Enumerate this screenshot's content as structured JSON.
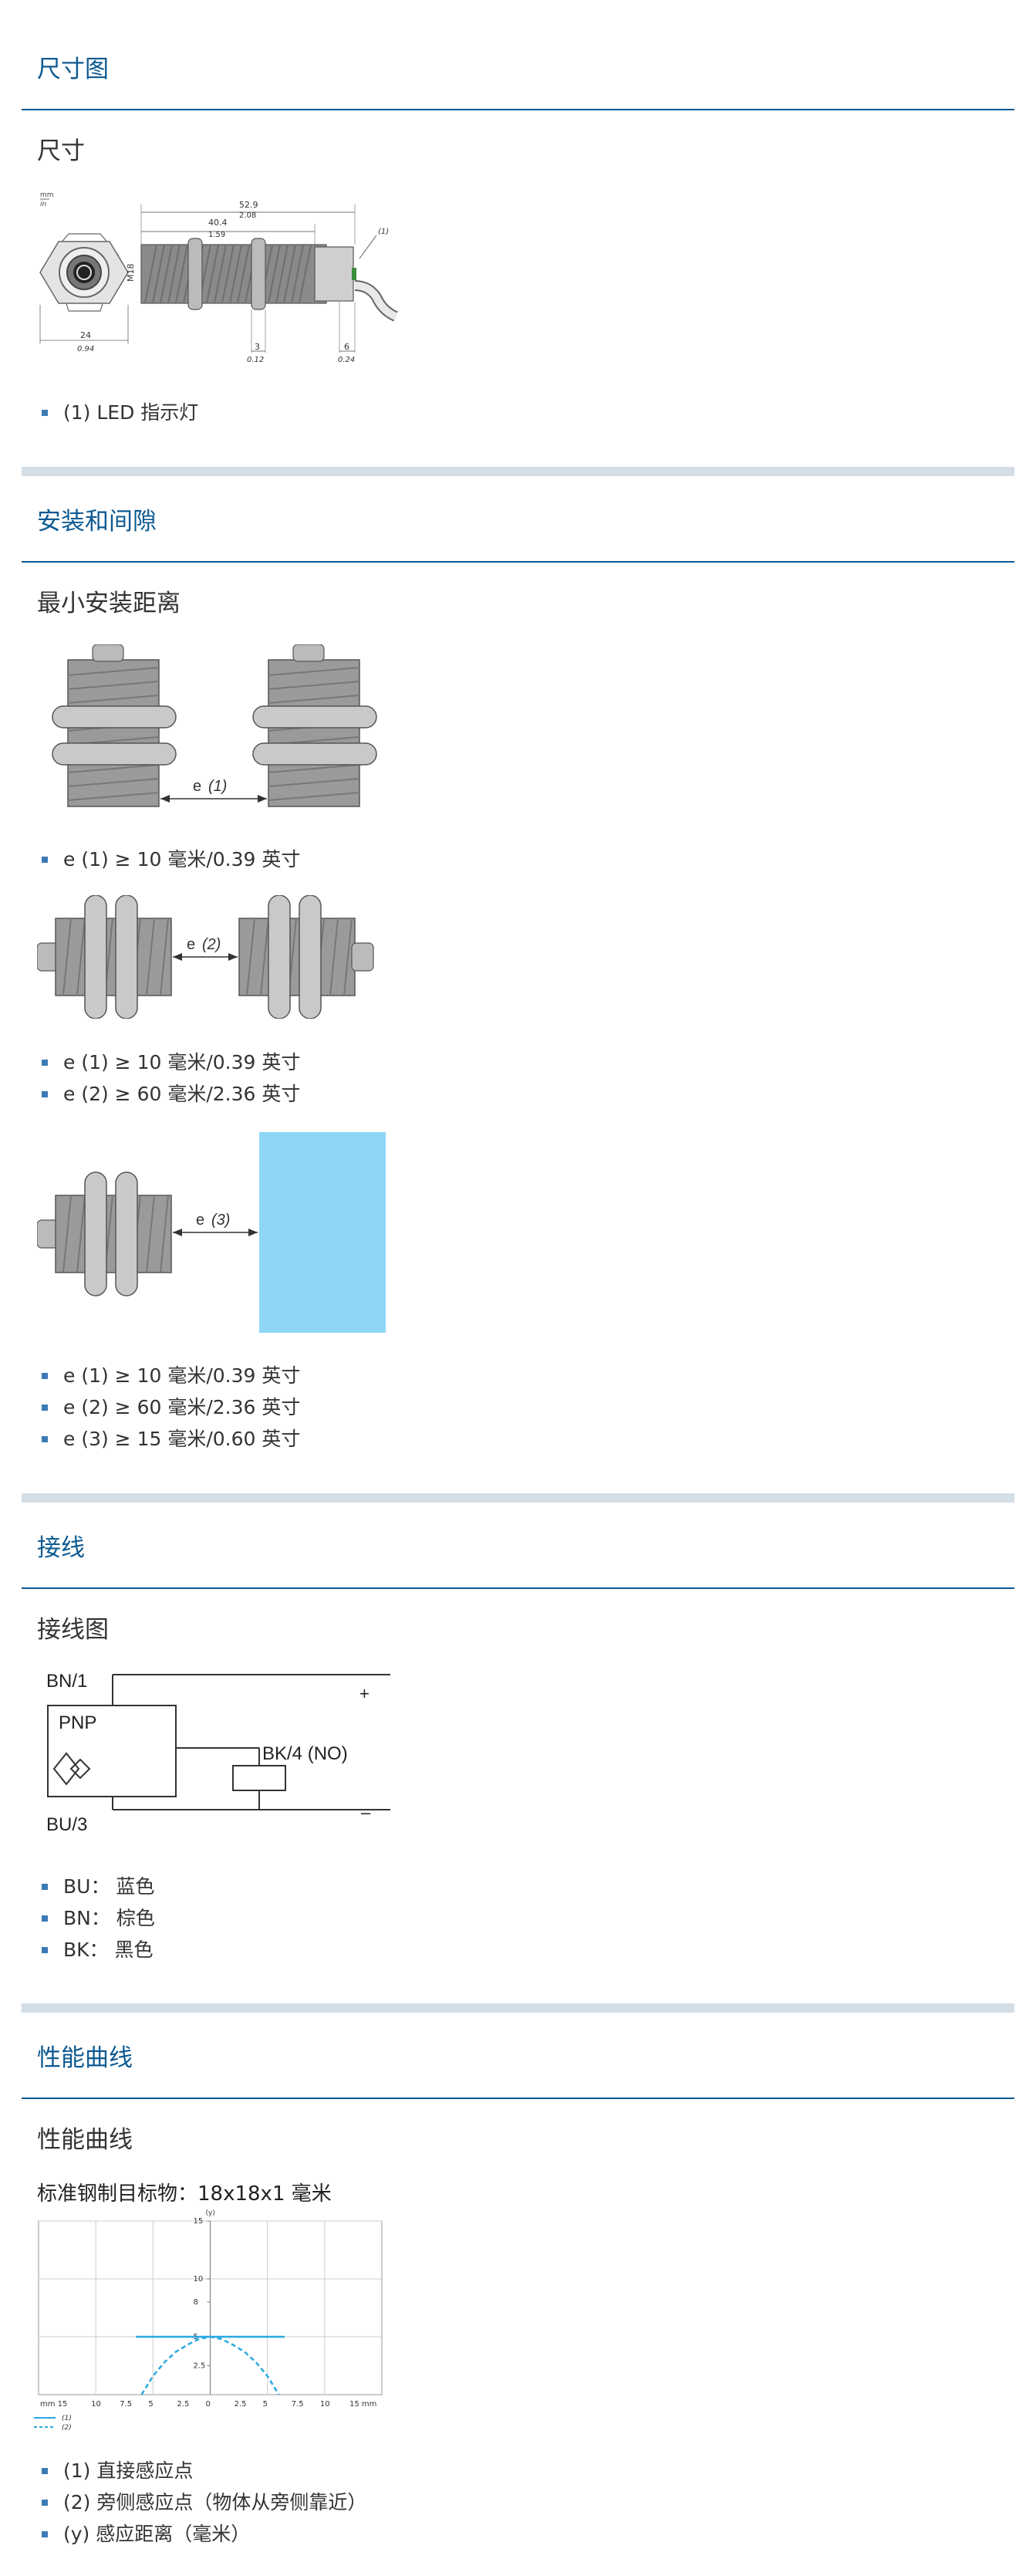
{
  "sections": [
    {
      "title": "尺寸图",
      "subtitle": "尺寸",
      "bullets": [
        "(1) LED 指示灯"
      ]
    },
    {
      "title": "安装和间隙",
      "subtitle": "最小安装距离",
      "list1": [
        "e (1) ≥ 10 毫米/0.39 英寸"
      ],
      "list2": [
        "e (1) ≥ 10 毫米/0.39 英寸",
        "e (2) ≥ 60 毫米/2.36 英寸"
      ],
      "list3": [
        "e (1) ≥ 10 毫米/0.39 英寸",
        "e (2) ≥ 60 毫米/2.36 英寸",
        "e (3) ≥ 15 毫米/0.60 英寸"
      ]
    },
    {
      "title": "接线",
      "subtitle": "接线图",
      "bullets": [
        "BU：  蓝色",
        "BN：  棕色",
        "BK：  黑色"
      ]
    },
    {
      "title": "性能曲线",
      "subtitle": "性能曲线",
      "caption": "标准钢制目标物：18x18x1 毫米",
      "bullets": [
        "(1) 直接感应点",
        "(2) 旁侧感应点（物体从旁侧靠近）",
        "(y) 感应距离（毫米）"
      ]
    }
  ],
  "dimension_drawing": {
    "units_top": "mm",
    "units_bottom": "in",
    "dim_total_mm": "52.9",
    "dim_total_in": "2.08",
    "dim_body_mm": "40.4",
    "dim_body_in": "1.59",
    "thread": "M18",
    "led_ref": "(1)",
    "hex_mm": "24",
    "hex_in": "0.94",
    "nut_mm": "3",
    "nut_in": "0.12",
    "cap_mm": "6",
    "cap_in": "0.24"
  },
  "mounting_labels": {
    "e1": "e",
    "e1_ref": "(1)",
    "e2": "e",
    "e2_ref": "(2)",
    "e3": "e",
    "e3_ref": "(3)",
    "target_color": "#8fd6f6"
  },
  "wiring": {
    "bn": "BN/1",
    "bu": "BU/3",
    "bk": "BK/4 (NO)",
    "pnp": "PNP",
    "plus": "+",
    "minus": "–"
  },
  "chart_data": {
    "type": "line",
    "title": "",
    "ylabel": "(y)",
    "xlabel_left": "mm 15",
    "xlabel_right": "15 mm",
    "x_ticks": [
      "10",
      "7.5",
      "5",
      "2.5",
      "0",
      "2.5",
      "5",
      "7.5",
      "10"
    ],
    "y_ticks": [
      "15",
      "10",
      "8",
      "5",
      "2.5"
    ],
    "xlim": [
      -15,
      15
    ],
    "ylim": [
      0,
      15
    ],
    "legend": [
      "(1)",
      "(2)"
    ],
    "series": [
      {
        "name": "(1)",
        "style": "solid",
        "color": "#29a8e0",
        "x": [
          -6.5,
          -4,
          -2,
          -1,
          0,
          1,
          2,
          4,
          6.5
        ],
        "y": [
          5,
          5,
          5,
          5,
          5,
          5,
          5,
          5,
          5
        ]
      },
      {
        "name": "(2)",
        "style": "dashed",
        "color": "#29a8e0",
        "x": [
          -6,
          -5,
          -4,
          -3,
          -2,
          -1,
          0,
          1,
          2,
          3,
          4,
          5,
          6
        ],
        "y": [
          0,
          1.6,
          2.8,
          3.7,
          4.3,
          4.8,
          5,
          4.8,
          4.3,
          3.7,
          2.8,
          1.6,
          0
        ]
      }
    ]
  }
}
